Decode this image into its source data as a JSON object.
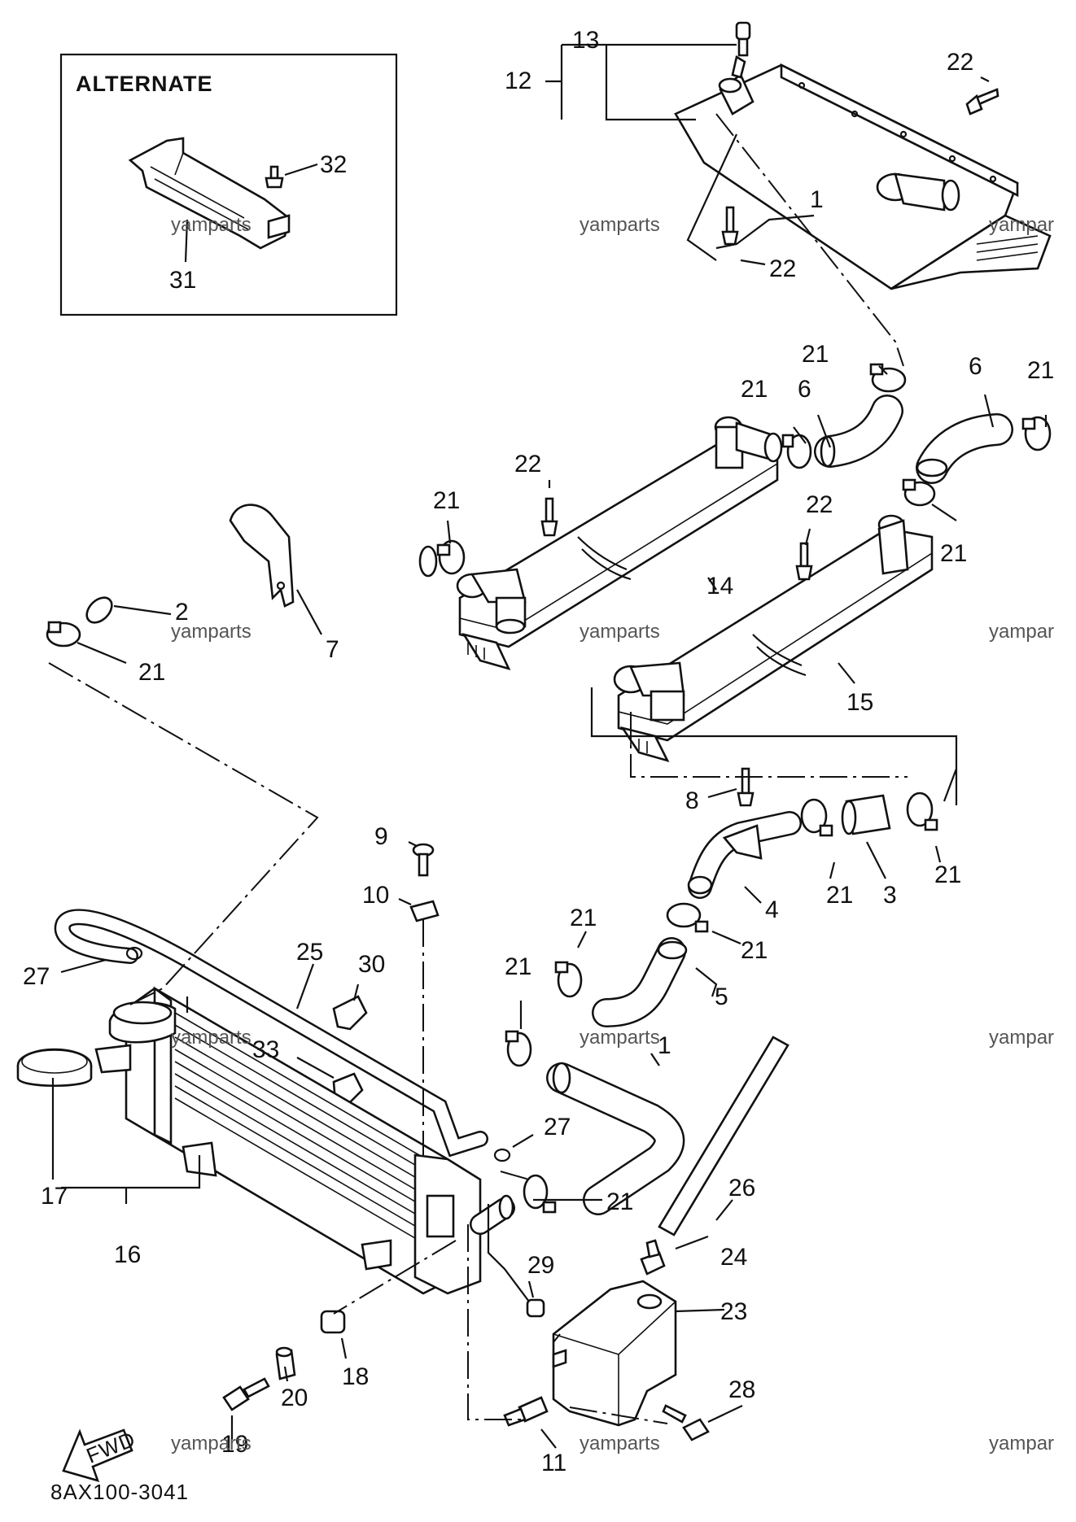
{
  "diagram_code": "8AX100-3041",
  "inset": {
    "title": "ALTERNATE"
  },
  "fwd_label": "FWD",
  "watermark": "yamparts",
  "watermark_cut": "yampar",
  "callouts": {
    "c1": "1",
    "c2": "2",
    "c3": "3",
    "c4": "4",
    "c5": "5",
    "c6": "6",
    "c7": "7",
    "c8": "8",
    "c9": "9",
    "c10": "10",
    "c11": "11",
    "c12": "12",
    "c13": "13",
    "c14": "14",
    "c15": "15",
    "c16": "16",
    "c17": "17",
    "c18": "18",
    "c19": "19",
    "c20": "20",
    "c21": "21",
    "c22": "22",
    "c23": "23",
    "c24": "24",
    "c25": "25",
    "c26": "26",
    "c27": "27",
    "c28": "28",
    "c29": "29",
    "c30": "30",
    "c31": "31",
    "c32": "32",
    "c33": "33"
  }
}
